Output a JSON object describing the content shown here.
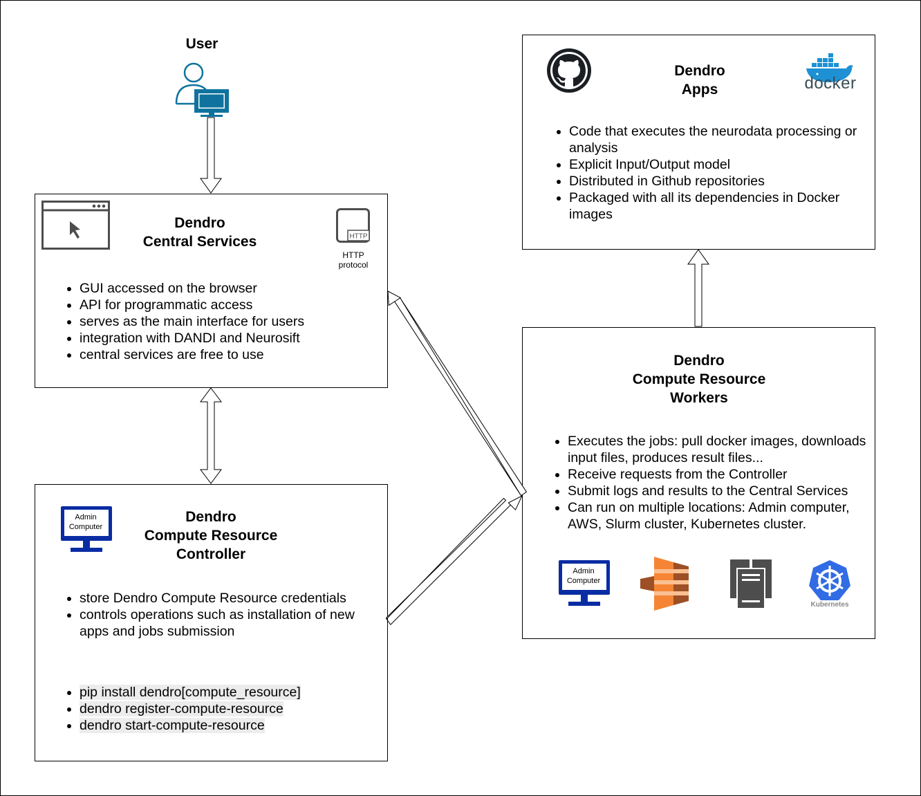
{
  "user": {
    "label": "User"
  },
  "central": {
    "title": [
      "Dendro",
      "Central Services"
    ],
    "http_caption": [
      "HTTP",
      "protocol"
    ],
    "http_badge": "HTTP",
    "bullets": [
      "GUI accessed on the browser",
      "API for programmatic access",
      "serves as the main interface for users",
      "integration with DANDI and Neurosift",
      "central services are free to use"
    ]
  },
  "apps": {
    "title": [
      "Dendro",
      "Apps"
    ],
    "docker_wordmark": "docker",
    "bullets": [
      "Code that executes the neurodata processing or analysis",
      "Explicit Input/Output model",
      "Distributed in Github repositories",
      "Packaged with all its dependencies in Docker images"
    ]
  },
  "controller": {
    "title": [
      "Dendro",
      "Compute Resource",
      "Controller"
    ],
    "admin_label": [
      "Admin",
      "Computer"
    ],
    "bullets": [
      "store Dendro Compute Resource credentials",
      "controls operations such as installation of new apps and jobs submission"
    ],
    "commands": [
      "pip install dendro[compute_resource]",
      "dendro register-compute-resource",
      "dendro start-compute-resource"
    ]
  },
  "workers": {
    "title": [
      "Dendro",
      "Compute Resource",
      "Workers"
    ],
    "admin_label": [
      "Admin",
      "Computer"
    ],
    "kubernetes_label": "Kubernetes",
    "bullets": [
      "Executes the jobs: pull docker images, downloads input files, produces result files...",
      "Receive requests from the Controller",
      "Submit logs and results to the Central Services",
      "Can run on multiple locations: Admin computer, AWS, Slurm cluster, Kubernetes cluster."
    ]
  },
  "colors": {
    "user_icon": "#10739e",
    "monitor_blue": "#0a2ca3",
    "aws_orange": "#f58534",
    "server_gray": "#4d4d4d",
    "kubernetes_blue": "#326ce5",
    "docker_blue": "#1d91d4",
    "command_highlight": "#ececec"
  }
}
